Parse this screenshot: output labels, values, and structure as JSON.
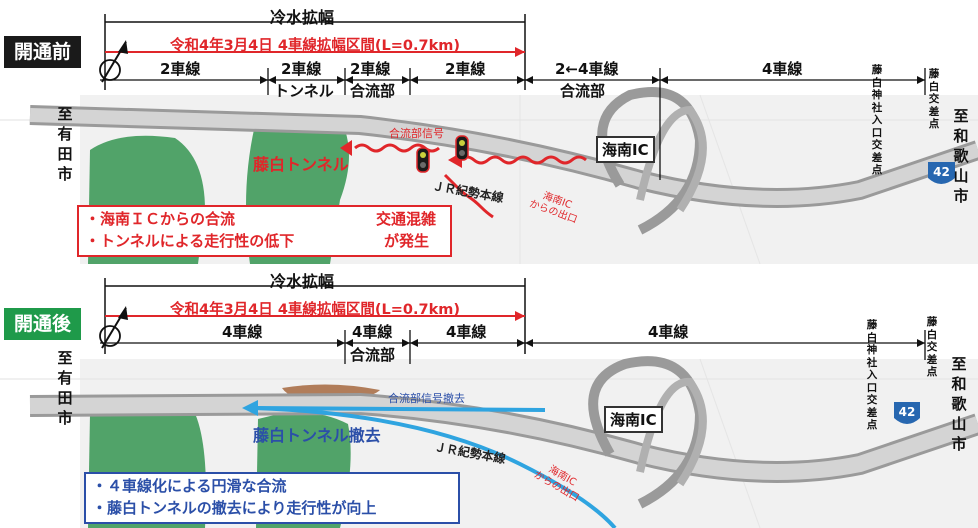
{
  "before": {
    "badge": "開通前",
    "top_title": "冷水拡幅",
    "red_title": "令和4年3月4日 4車線拡幅区間(L=0.7km)",
    "segments": [
      "2車線",
      "2車線",
      "2車線",
      "2車線",
      "2←4車線",
      "4車線"
    ],
    "sub_labels": [
      "トンネル",
      "合流部",
      "合流部"
    ],
    "left_place": "至有田市",
    "right_place": "至和歌山市",
    "intersection_shrine": "藤白神社入口交差点",
    "intersection_fujishiro": "藤白交差点",
    "ic_label": "海南IC",
    "route_number": "42",
    "signal_label": "合流部信号",
    "tunnel_label": "藤白トンネル",
    "jr_label": "ＪＲ紀勢本線",
    "exit_label": "海南IC\nからの出口",
    "notes": [
      "・海南ＩＣからの合流",
      "・トンネルによる走行性の低下"
    ],
    "result": [
      "交通混雑",
      "が発生"
    ]
  },
  "after": {
    "badge": "開通後",
    "top_title": "冷水拡幅",
    "red_title": "令和4年3月4日 4車線拡幅区間(L=0.7km)",
    "segments": [
      "4車線",
      "4車線",
      "4車線",
      "4車線"
    ],
    "sub_labels": [
      "合流部"
    ],
    "left_place": "至有田市",
    "right_place": "至和歌山市",
    "intersection_shrine": "藤白神社入口交差点",
    "intersection_fujishiro": "藤白交差点",
    "ic_label": "海南IC",
    "route_number": "42",
    "signal_label": "合流部信号撤去",
    "tunnel_label": "藤白トンネル撤去",
    "jr_label": "ＪＲ紀勢本線",
    "exit_label": "海南IC\nからの出口",
    "notes": [
      "・４車線化による円滑な合流",
      "・藤白トンネルの撤去により走行性が向上"
    ]
  },
  "colors": {
    "red": "#e0262a",
    "blue": "#2b4fa8",
    "light_blue": "#2fa4e0",
    "green_badge": "#1f9a4a",
    "dark_badge": "#1a1a1a",
    "route_shield": "#2767b0",
    "forest": "#3f9a5a",
    "tunnel_brown": "#a6683f"
  },
  "icons": [
    "north-arrow-icon",
    "route-42-shield-icon",
    "traffic-signal-icon",
    "right-arrow-icon"
  ]
}
